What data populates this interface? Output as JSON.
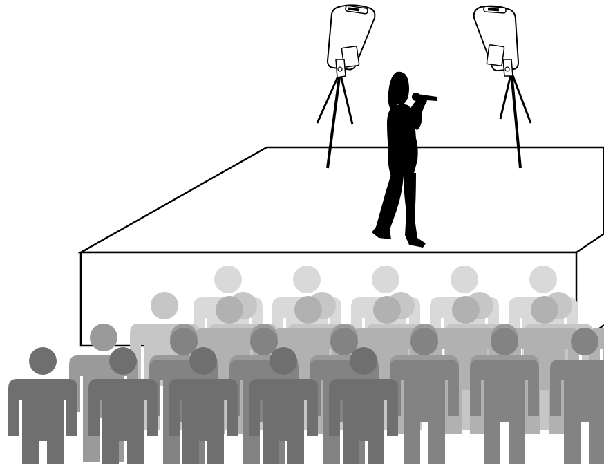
{
  "scene": {
    "stage": {
      "top_fill": "#ffffff",
      "front_fill": "#ffffff",
      "outline": "#000000"
    },
    "speakers": [
      {
        "name": "left-speaker",
        "icon": "pa-speaker-icon"
      },
      {
        "name": "right-speaker",
        "icon": "pa-speaker-icon"
      }
    ],
    "performer": {
      "icon": "singer-silhouette-icon",
      "color": "#000000"
    },
    "audience": {
      "icon": "person-icon",
      "row_colors": [
        "#d9d9d9",
        "#c6c6c6",
        "#b1b1b1",
        "#9a9a9a",
        "#838383",
        "#6f6f6f"
      ],
      "row_person_counts": [
        5,
        6,
        6,
        6,
        6,
        5
      ]
    }
  }
}
